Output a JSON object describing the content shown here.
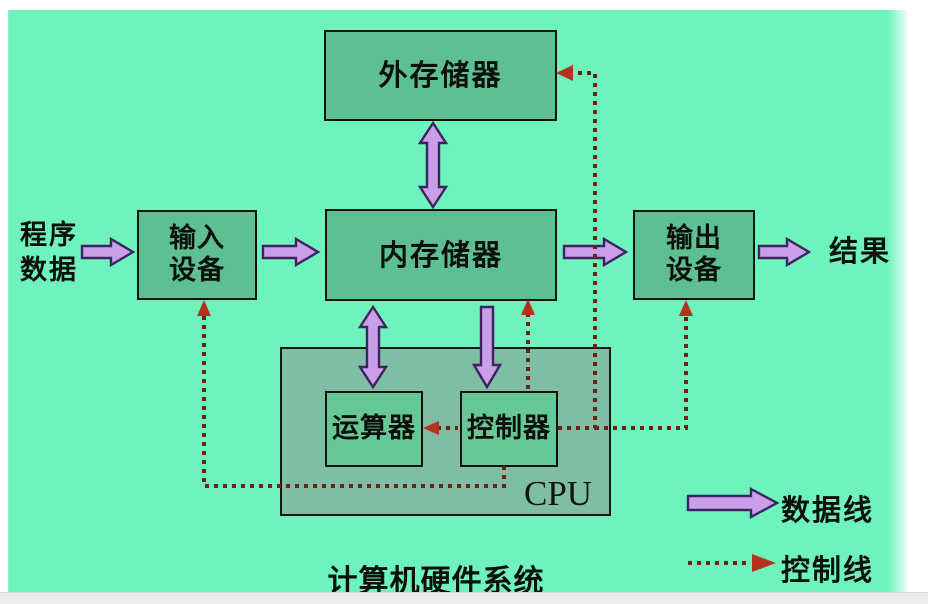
{
  "diagram": {
    "title": "计算机硬件系统",
    "nodes": {
      "external_storage": "外存储器",
      "main_memory": "内存储器",
      "input_device": [
        "输入",
        "设备"
      ],
      "output_device": [
        "输出",
        "设备"
      ],
      "alu": "运算器",
      "control_unit": "控制器",
      "cpu": "CPU"
    },
    "labels": {
      "program_data": [
        "程序",
        "数据"
      ],
      "result": "结果"
    },
    "legend": {
      "data_line": "数据线",
      "control_line": "控制线"
    },
    "edges": [
      {
        "from": "程序数据",
        "to": "输入设备",
        "type": "data"
      },
      {
        "from": "输入设备",
        "to": "内存储器",
        "type": "data"
      },
      {
        "from": "内存储器",
        "to": "输出设备",
        "type": "data"
      },
      {
        "from": "输出设备",
        "to": "结果",
        "type": "data"
      },
      {
        "from": "外存储器",
        "to": "内存储器",
        "type": "data-bidirectional"
      },
      {
        "from": "内存储器",
        "to": "运算器",
        "type": "data-bidirectional"
      },
      {
        "from": "内存储器",
        "to": "控制器",
        "type": "data"
      },
      {
        "from": "控制器",
        "to": "运算器",
        "type": "control"
      },
      {
        "from": "控制器",
        "to": "内存储器",
        "type": "control"
      },
      {
        "from": "控制器",
        "to": "外存储器",
        "type": "control"
      },
      {
        "from": "控制器",
        "to": "输出设备",
        "type": "control"
      },
      {
        "from": "控制器",
        "to": "输入设备",
        "type": "control"
      }
    ],
    "colors": {
      "background": "#6ff3bc",
      "node_fill": "#5ec092",
      "cpu_fill": "#7fbda4",
      "inner_node_fill": "#66c894",
      "box_border": "#0d140f",
      "data_arrow_fill": "#c9a0e8",
      "data_arrow_border": "#3d2361",
      "control_line": "#6e2217",
      "control_arrowhead": "#b5321e",
      "text": "#0c0f0c"
    }
  }
}
